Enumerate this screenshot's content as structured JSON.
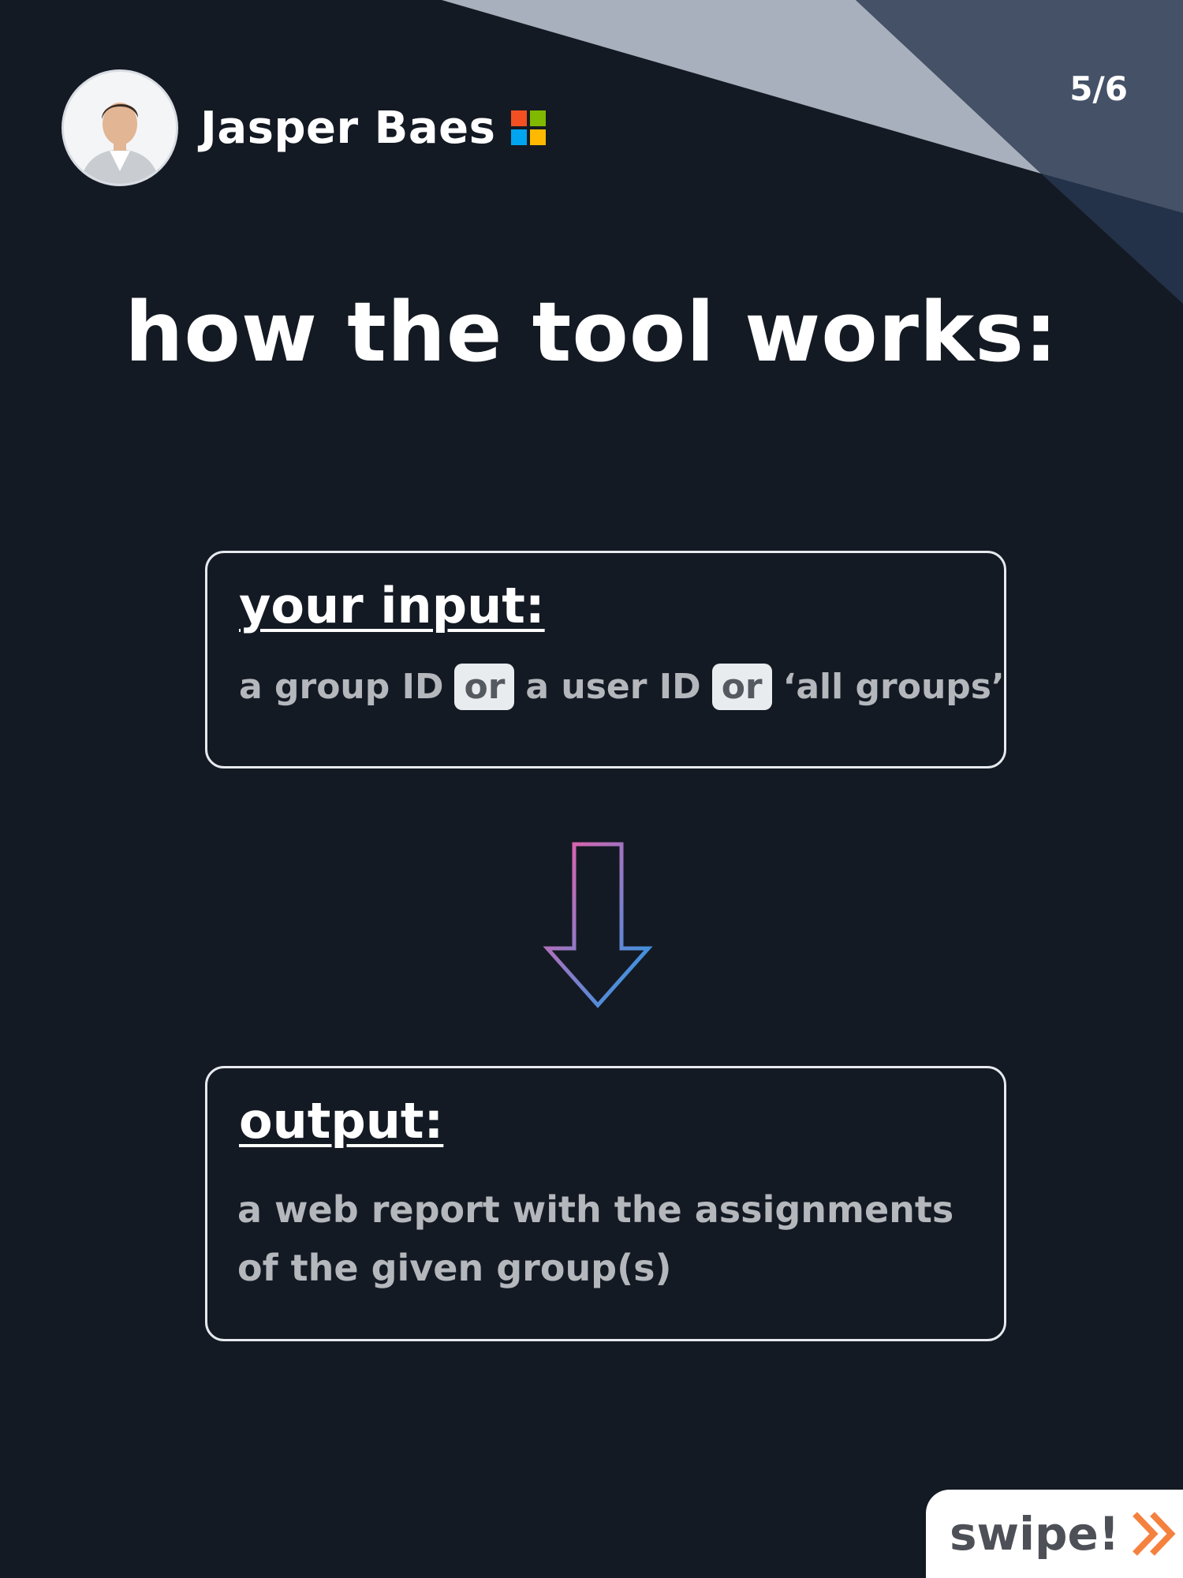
{
  "author": {
    "name": "Jasper Baes",
    "logo_colors": [
      "#f25022",
      "#7fba00",
      "#00a4ef",
      "#ffb900"
    ]
  },
  "page_counter": "5/6",
  "title": "how the tool works:",
  "input_box": {
    "heading": "your input:",
    "segments": [
      "a group ID",
      "or",
      "a user ID",
      "or",
      "‘all groups’"
    ]
  },
  "output_box": {
    "heading": "output:",
    "text": "a web report with the assignments of the given group(s)"
  },
  "swipe": {
    "label": "swipe!",
    "icon": "double-chevron-right-icon"
  },
  "colors": {
    "background": "#141a23",
    "accent_orange": "#f5813f",
    "arrow_gradient": [
      "#f25ca8",
      "#1f9be8"
    ]
  }
}
